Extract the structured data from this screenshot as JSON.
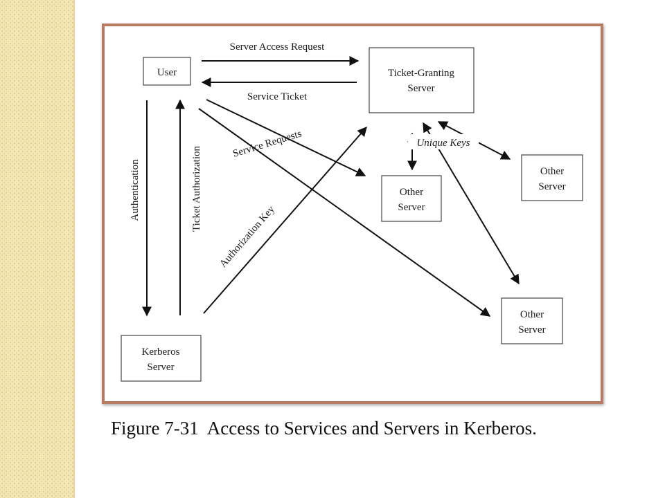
{
  "nodes": {
    "user": {
      "label": "User"
    },
    "tgs": {
      "line1": "Ticket-Granting",
      "line2": "Server"
    },
    "kerberos": {
      "line1": "Kerberos",
      "line2": "Server"
    },
    "other_mid": {
      "line1": "Other",
      "line2": "Server"
    },
    "other_right": {
      "line1": "Other",
      "line2": "Server"
    },
    "other_bottom": {
      "line1": "Other",
      "line2": "Server"
    }
  },
  "edges": {
    "server_access_request": "Server Access Request",
    "service_ticket": "Service Ticket",
    "service_requests": "Service Requests",
    "unique_keys": "Unique Keys",
    "authentication": "Authentication",
    "ticket_authorization": "Ticket Authorization",
    "authorization_key": "Authorization Key"
  },
  "caption": "Figure 7-31  Access to Services and Servers in Kerberos.",
  "colors": {
    "frame_border": "#b97a63",
    "sidebar": "#f5e6b5"
  }
}
